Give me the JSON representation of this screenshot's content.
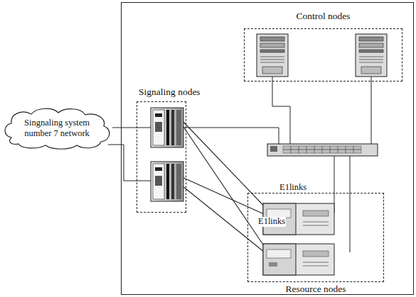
{
  "diagram": {
    "nodes": [
      {
        "text": [
          "Singnaling system number 7 network"
        ]
      },
      {
        "text": [
          "Control nodes"
        ]
      },
      {
        "text": [
          "Signaling nodes"
        ]
      },
      {
        "text": [
          "Resource nodes"
        ]
      }
    ],
    "edges": [
      {
        "from": 0,
        "to": 2,
        "arrow": "none"
      },
      {
        "from": 0,
        "to": 2,
        "arrow": "none"
      }
    ],
    "labels": [
      "E1links",
      "E1links"
    ]
  }
}
